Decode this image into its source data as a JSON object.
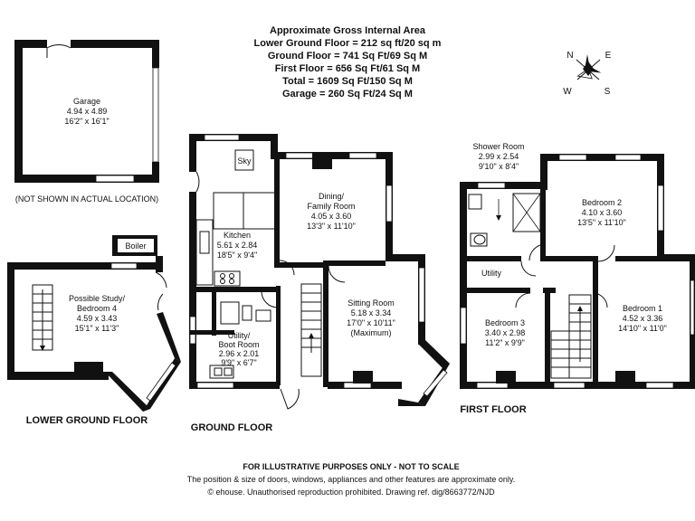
{
  "header": {
    "lines": [
      "Approximate Gross Internal Area",
      "Lower Ground Floor = 212 sq ft/20 sq m",
      "Ground Floor = 741 Sq Ft/69 Sq M",
      "First Floor = 656 Sq Ft/61 Sq M",
      "Total = 1609 Sq Ft/150 Sq M",
      "Garage = 260 Sq Ft/24 Sq M"
    ]
  },
  "compass": {
    "n": "N",
    "e": "E",
    "s": "S",
    "w": "W"
  },
  "garage": {
    "name": "Garage",
    "metric": "4.94 x 4.89",
    "imperial": "16'2\" x 16'1\"",
    "note": "(NOT SHOWN IN ACTUAL LOCATION)"
  },
  "lower_ground": {
    "boiler": "Boiler",
    "room": [
      "Possible Study/",
      "Bedroom 4",
      "4.59 x 3.43",
      "15'1\" x 11'3\""
    ],
    "floor_label": "LOWER GROUND FLOOR"
  },
  "ground": {
    "sky": "Sky",
    "kitchen": [
      "Kitchen",
      "5.61 x 2.84",
      "18'5\" x 9'4\""
    ],
    "dining": [
      "Dining/",
      "Family Room",
      "4.05 x 3.60",
      "13'3\" x 11'10\""
    ],
    "utility": [
      "Utility/",
      "Boot Room",
      "2.96 x 2.01",
      "9'9\" x 6'7\""
    ],
    "sitting": [
      "Sitting Room",
      "5.18 x 3.34",
      "17'0\" x 10'11\"",
      "(Maximum)"
    ],
    "floor_label": "GROUND FLOOR"
  },
  "first": {
    "shower": [
      "Shower Room",
      "2.99 x 2.54",
      "9'10\" x 8'4\""
    ],
    "bedroom2": [
      "Bedroom 2",
      "4.10 x 3.60",
      "13'5\" x 11'10\""
    ],
    "utility": "Utility",
    "bedroom3": [
      "Bedroom 3",
      "3.40 x 2.98",
      "11'2\" x 9'9\""
    ],
    "bedroom1": [
      "Bedroom 1",
      "4.52 x 3.36",
      "14'10\" x 11'0\""
    ],
    "floor_label": "FIRST FLOOR"
  },
  "footer": {
    "title": "FOR ILLUSTRATIVE PURPOSES ONLY - NOT TO SCALE",
    "line1": "The position & size of doors, windows, appliances and other features are approximate only.",
    "line2": "© ehouse. Unauthorised reproduction prohibited. Drawing ref. dig/8663772/NJD"
  }
}
